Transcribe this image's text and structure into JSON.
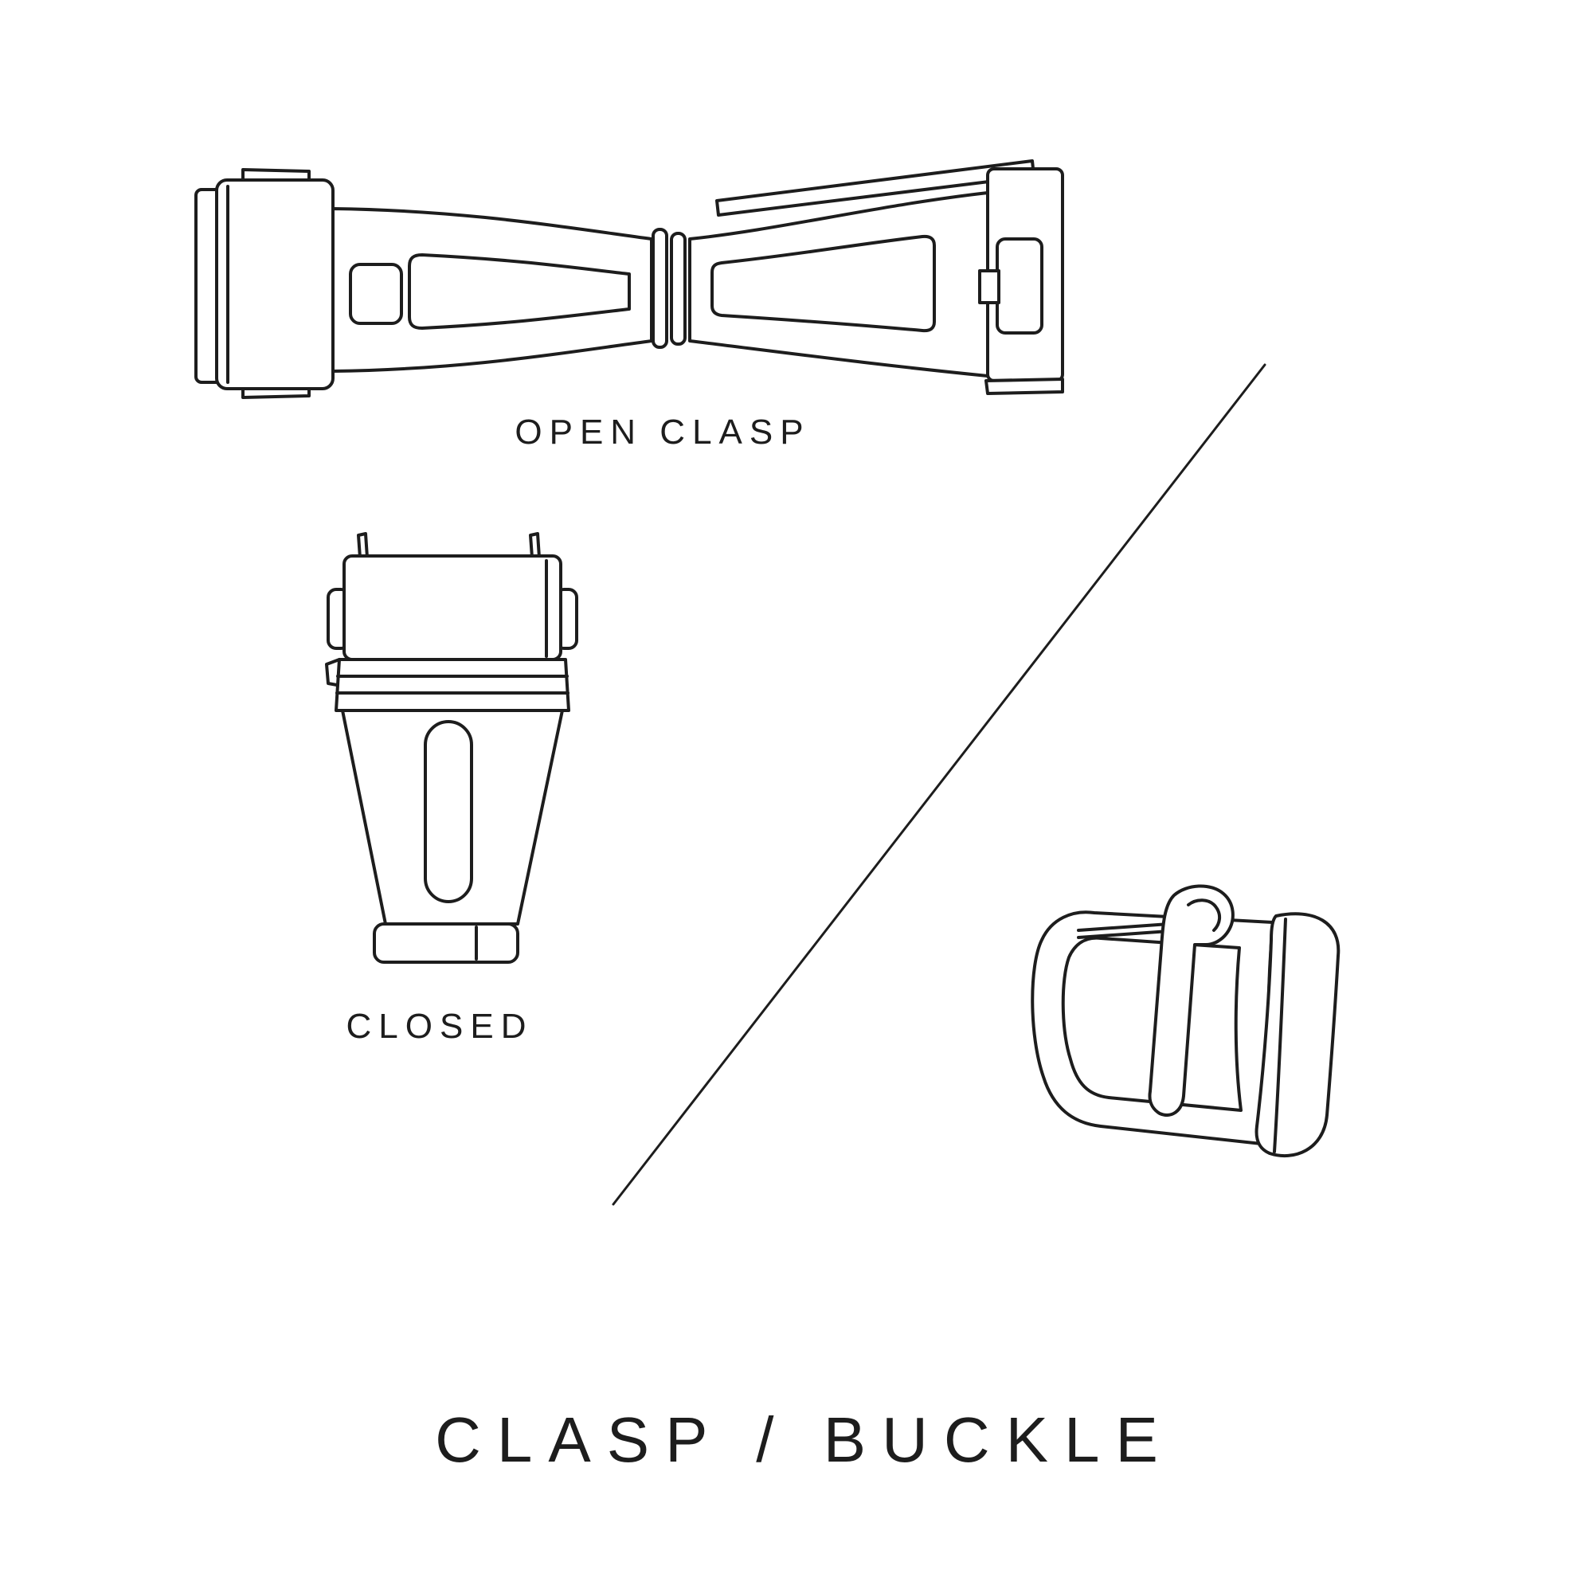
{
  "title": "CLASP / BUCKLE",
  "labels": {
    "open_clasp": "OPEN CLASP",
    "closed": "CLOSED"
  },
  "colors": {
    "line": "#1d1d1d",
    "background": "#ffffff",
    "text": "#1d1d1d"
  }
}
